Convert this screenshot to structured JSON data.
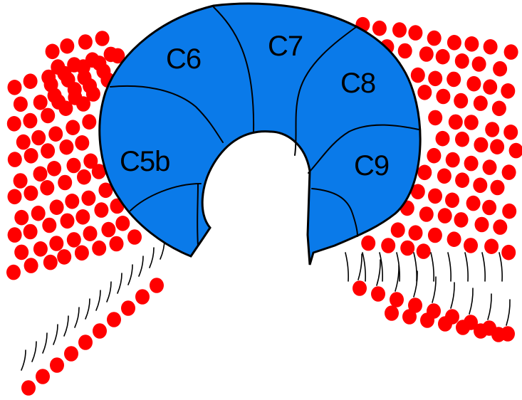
{
  "diagram": {
    "segments": [
      {
        "id": "C6",
        "label": "C6"
      },
      {
        "id": "C7",
        "label": "C7"
      },
      {
        "id": "C8",
        "label": "C8"
      },
      {
        "id": "C9",
        "label": "C9"
      },
      {
        "id": "C5b",
        "label": "C5b"
      }
    ],
    "colors": {
      "complex": "#0a7ae9",
      "lipid_head": "#ff0000",
      "outline": "#000000",
      "background": "#ffffff"
    }
  }
}
